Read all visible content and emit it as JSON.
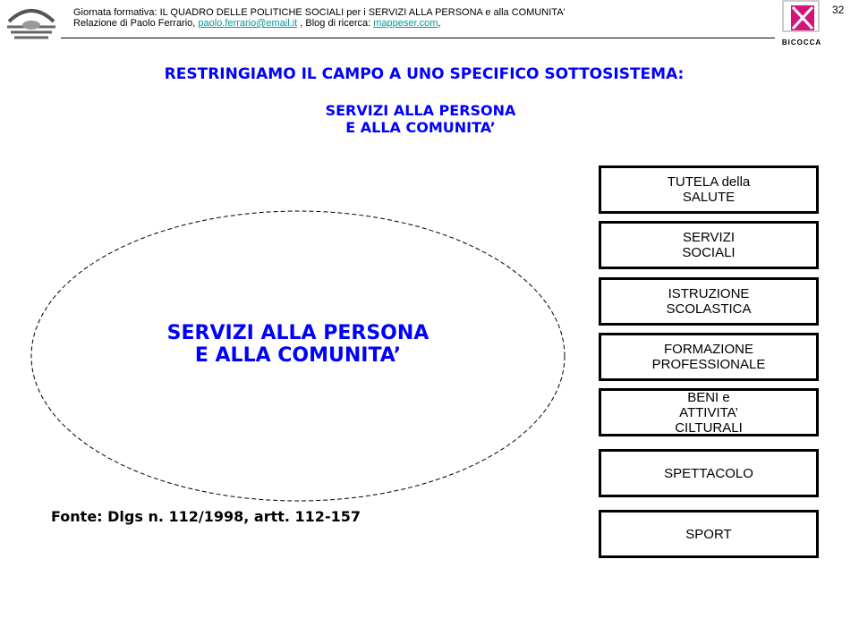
{
  "header": {
    "line1": "Giornata formativa: IL QUADRO DELLE POLITICHE SOCIALI per i SERVIZI ALLA PERSONA e alla COMUNITA'",
    "line2_prefix": "Relazione di Paolo Ferrario, ",
    "email": "paolo.ferrario@email.it",
    "line2_mid": " , Blog di ricerca: ",
    "blog": "mappeser.com",
    "line2_suffix": ",",
    "page_number": "32",
    "logo_right_text": "BICOCCA"
  },
  "title": "RESTRINGIAMO IL CAMPO A UNO SPECIFICO SOTTOSISTEMA:",
  "subtitle_line1": "SERVIZI ALLA PERSONA",
  "subtitle_line2": "E ALLA COMUNITA’",
  "ellipse": {
    "line1": "SERVIZI ALLA PERSONA",
    "line2": "E ALLA COMUNITA’"
  },
  "source": "Fonte: Dlgs n. 112/1998, artt. 112-157",
  "boxes": [
    "TUTELA della\nSALUTE",
    "SERVIZI\nSOCIALI",
    "ISTRUZIONE\nSCOLASTICA",
    "FORMAZIONE\nPROFESSIONALE",
    "BENI e\nATTIVITA’\nCILTURALI",
    "SPETTACOLO",
    "SPORT"
  ]
}
